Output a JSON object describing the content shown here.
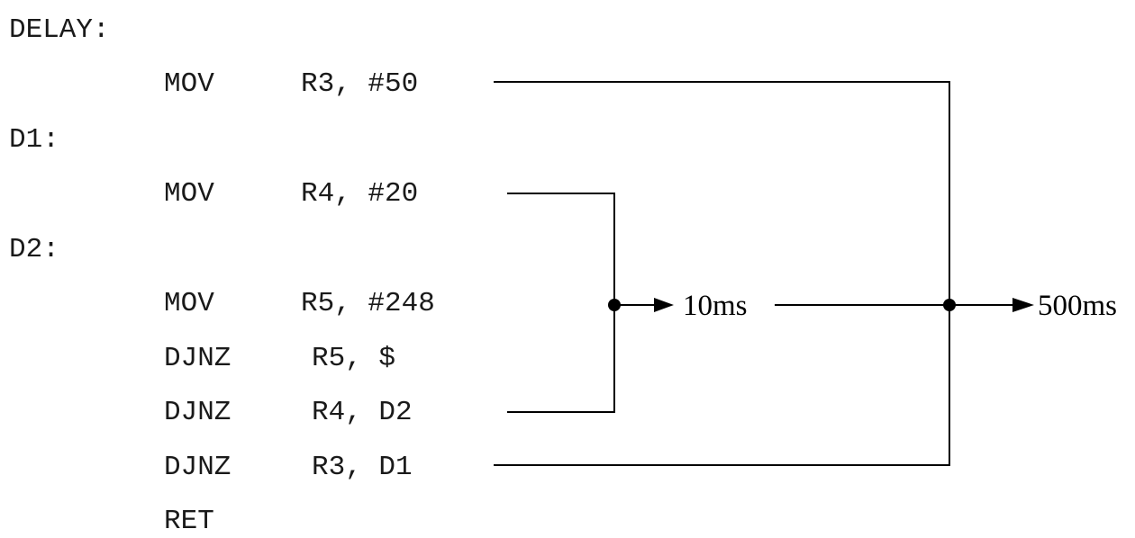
{
  "code": {
    "labels": [
      "DELAY:",
      "D1:",
      "D2:"
    ],
    "instructions": [
      {
        "op": "MOV",
        "arg": "R3, #50"
      },
      {
        "op": "MOV",
        "arg": "R4, #20"
      },
      {
        "op": "MOV",
        "arg": "R5, #248"
      },
      {
        "op": "DJNZ",
        "arg": "R5, $"
      },
      {
        "op": "DJNZ",
        "arg": "R4, D2"
      },
      {
        "op": "DJNZ",
        "arg": "R3, D1"
      },
      {
        "op": "RET",
        "arg": ""
      }
    ]
  },
  "annotations": {
    "inner": "10ms",
    "outer": "500ms"
  }
}
